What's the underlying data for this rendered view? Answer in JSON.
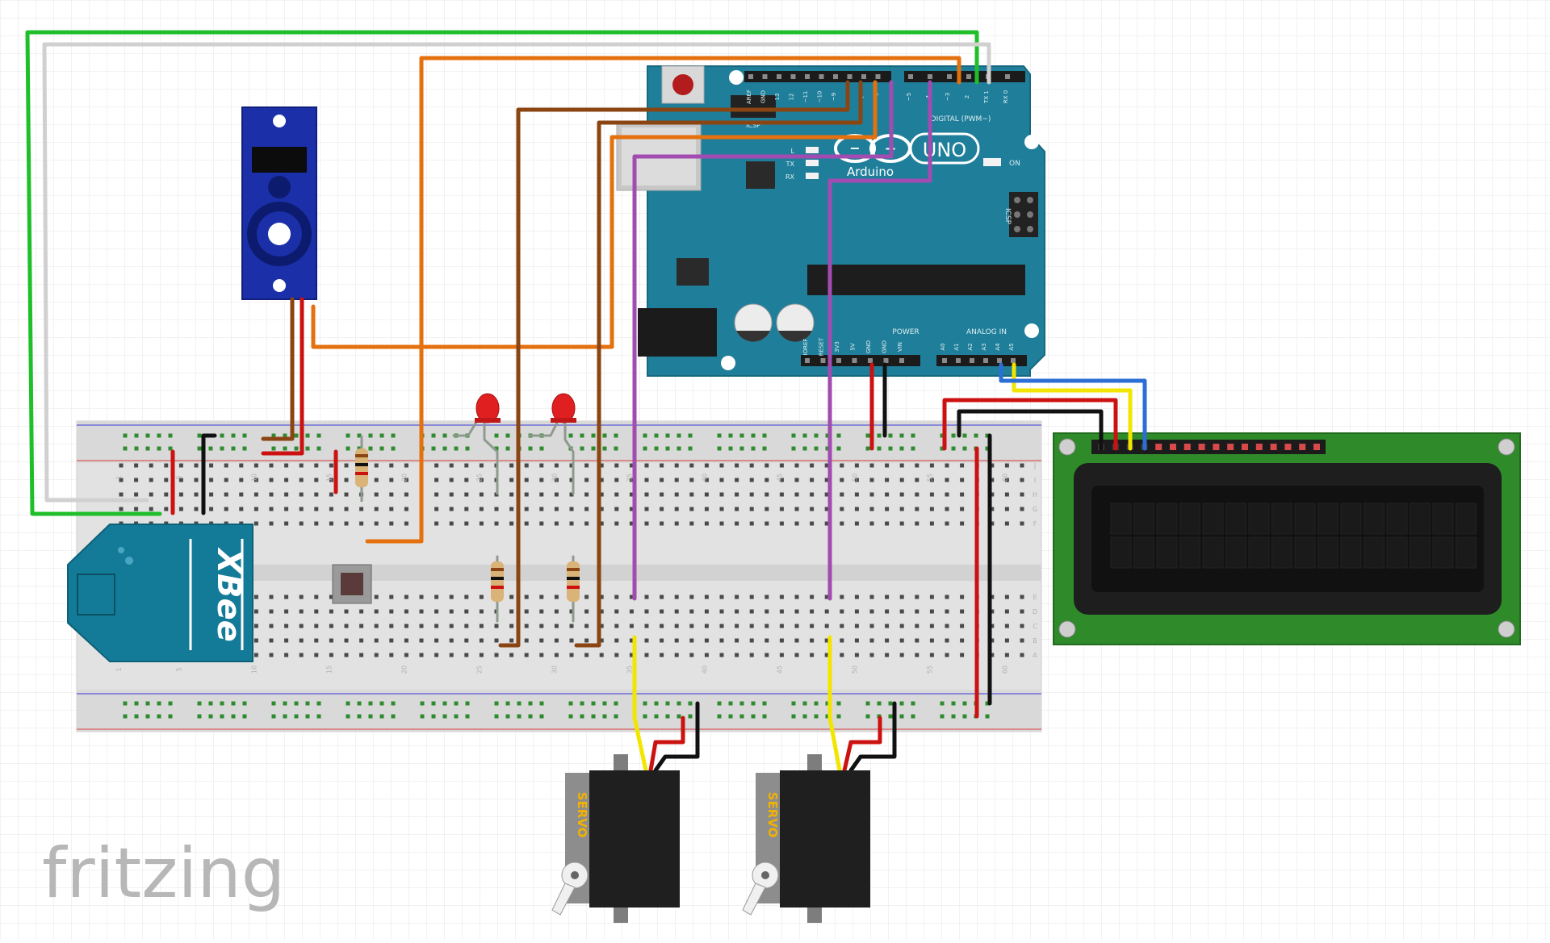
{
  "watermark": "fritzing",
  "arduino": {
    "brand": "Arduino",
    "model": "UNO",
    "on_label": "ON",
    "icsp_label": "ICSP",
    "digital_label": "DIGITAL (PWM~)",
    "power_label": "POWER",
    "analog_label": "ANALOG IN",
    "tx_label": "TX",
    "rx_label": "RX",
    "l_label": "L",
    "digital_pins": [
      "AREF",
      "GND",
      "13",
      "12",
      "~11",
      "~10",
      "~9",
      "8",
      "7",
      "~6",
      "~5",
      "4",
      "~3",
      "2",
      "TX 1",
      "RX 0"
    ],
    "power_pins": [
      "IOREF",
      "RESET",
      "3V3",
      "5V",
      "GND",
      "GND",
      "VIN"
    ],
    "analog_pins": [
      "A0",
      "A1",
      "A2",
      "A3",
      "A4",
      "A5"
    ]
  },
  "xbee": {
    "label": "XBee"
  },
  "servos": [
    {
      "label": "SERVO"
    },
    {
      "label": "SERVO"
    }
  ],
  "breadboard": {
    "column_numbers": [
      "1",
      "5",
      "10",
      "15",
      "20",
      "25",
      "30",
      "35",
      "40",
      "45",
      "50",
      "55",
      "60"
    ],
    "row_letters": [
      "A",
      "B",
      "C",
      "D",
      "E",
      "F",
      "G",
      "H",
      "I",
      "J"
    ]
  },
  "colors": {
    "arduino": "#1f7f9a",
    "xbee": "#137b98",
    "lcd_board": "#2f8a2a",
    "wire_green": "#1fbf2a",
    "wire_white": "#d0d0d0",
    "wire_orange": "#e4700e",
    "wire_brown": "#8a4513",
    "wire_purple": "#a24bb0",
    "wire_red": "#cc1111",
    "wire_black": "#111111",
    "wire_yellow": "#f2e600",
    "wire_blue": "#2b6fd6"
  }
}
